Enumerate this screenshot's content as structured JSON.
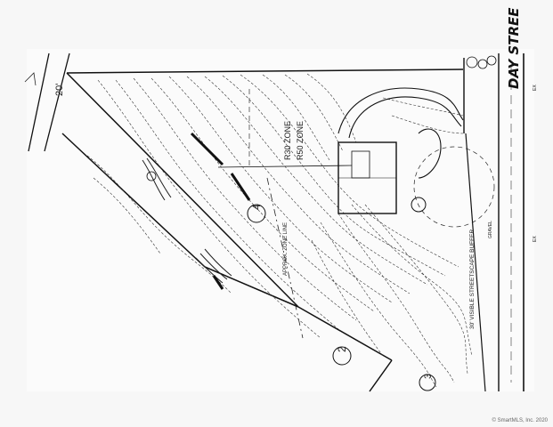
{
  "plan": {
    "street_name": "DAY STREE",
    "row_width": "20'",
    "lot_numbers": [
      "4",
      "2",
      "3"
    ],
    "zone_labels": [
      "R30 ZONE",
      "R50 ZONE"
    ],
    "zone_line_label": "APPROX. ZONE LINE",
    "buffer_label": "30' VISIBLE STREETSCAPE BUFFER",
    "small_labels": [
      "EX",
      "EX",
      "GRAVEL"
    ]
  },
  "footer": {
    "watermark": "© SmartMLS, Inc. 2020"
  }
}
